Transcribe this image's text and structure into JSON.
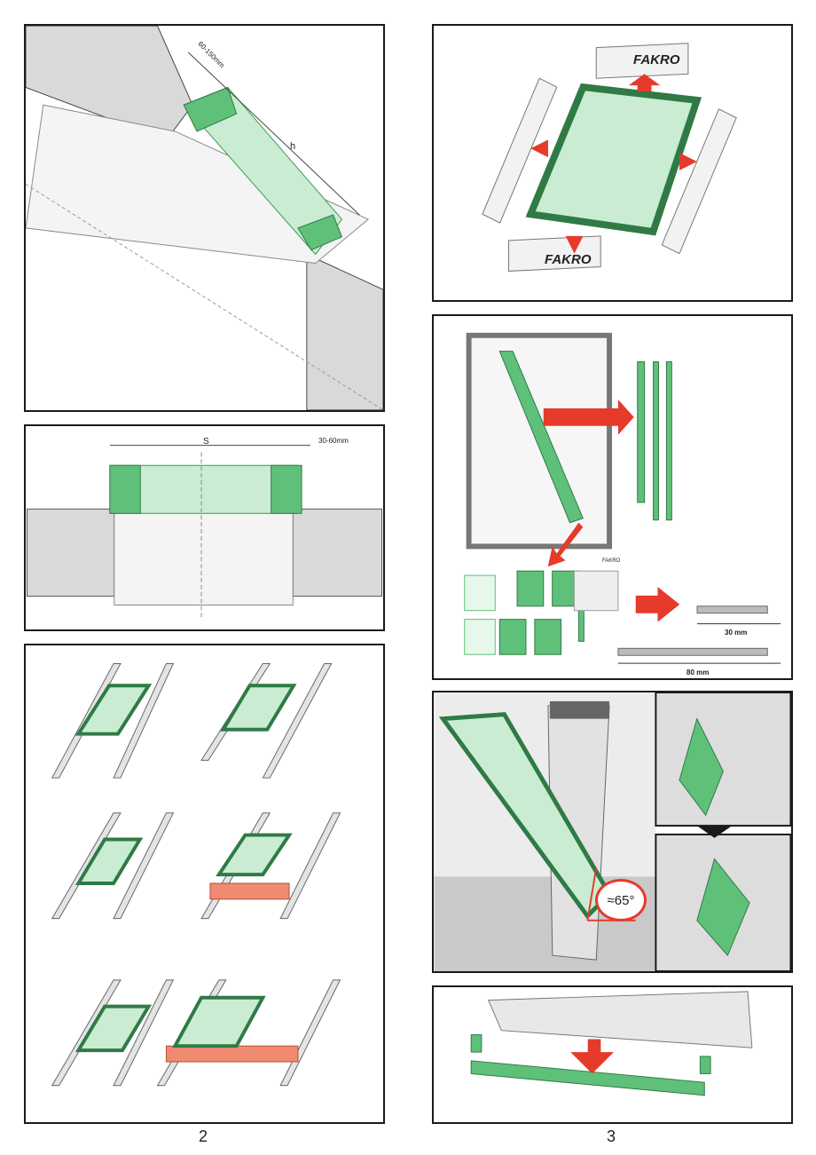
{
  "left_page": {
    "page_number": "2",
    "fig_section": {
      "dim_offset": "60-150mm",
      "dim_height": "h"
    },
    "fig_plan": {
      "dim_span": "S",
      "dim_offset": "30-60mm"
    }
  },
  "right_page": {
    "page_number": "3",
    "fig_packaging": {
      "brand_top": "FAKRO",
      "brand_bottom": "FAKRO"
    },
    "fig_parts": {
      "pencil_brand": "FAKRO",
      "screw_short": "30 mm",
      "screw_long": "80 mm"
    },
    "fig_opening": {
      "angle": "≈65°"
    }
  },
  "colors": {
    "green": "#5fc07a",
    "light_green": "#c9ecd2",
    "red": "#e63a2a",
    "salmon": "#f08a70",
    "grey": "#c8c8c8",
    "border": "#1a1a1a"
  }
}
